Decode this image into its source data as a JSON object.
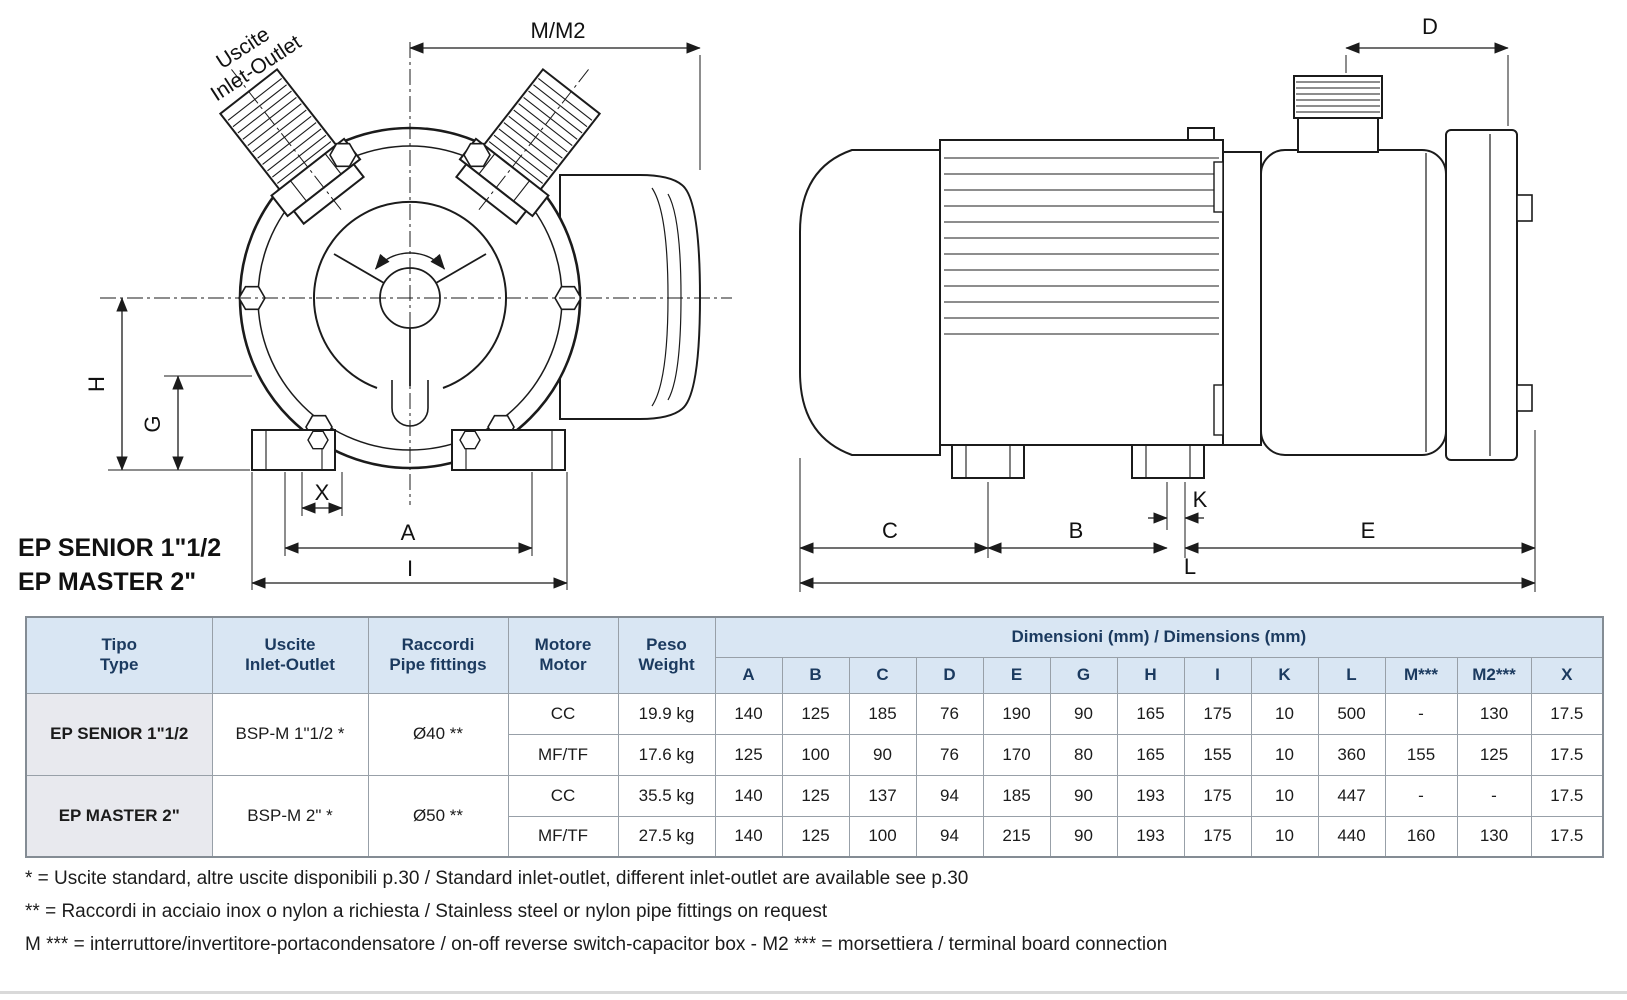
{
  "models": {
    "senior": "EP SENIOR 1\"1/2",
    "master": "EP MASTER 2\""
  },
  "front_view": {
    "port_label_line1": "Uscite",
    "port_label_line2": "Inlet-Outlet",
    "dim_m": "M/M2",
    "dim_h": "H",
    "dim_g": "G",
    "dim_x": "X",
    "dim_a": "A",
    "dim_i": "I"
  },
  "side_view": {
    "dim_d": "D",
    "dim_c": "C",
    "dim_b": "B",
    "dim_k": "K",
    "dim_e": "E",
    "dim_l": "L"
  },
  "table": {
    "headers": {
      "tipo_it": "Tipo",
      "tipo_en": "Type",
      "uscite_it": "Uscite",
      "uscite_en": "Inlet-Outlet",
      "raccordi_it": "Raccordi",
      "raccordi_en": "Pipe fittings",
      "motore_it": "Motore",
      "motore_en": "Motor",
      "peso_it": "Peso",
      "peso_en": "Weight",
      "dimensions": "Dimensioni (mm) / Dimensions (mm)"
    },
    "dim_cols": [
      "A",
      "B",
      "C",
      "D",
      "E",
      "G",
      "H",
      "I",
      "K",
      "L",
      "M***",
      "M2***",
      "X"
    ],
    "rows": [
      {
        "type": "EP SENIOR 1\"1/2",
        "inlet_outlet": "BSP-M 1\"1/2 *",
        "fittings": "Ø40 **",
        "variants": [
          {
            "motor": "CC",
            "weight": "19.9 kg",
            "dims": [
              "140",
              "125",
              "185",
              "76",
              "190",
              "90",
              "165",
              "175",
              "10",
              "500",
              "-",
              "130",
              "17.5"
            ]
          },
          {
            "motor": "MF/TF",
            "weight": "17.6 kg",
            "dims": [
              "125",
              "100",
              "90",
              "76",
              "170",
              "80",
              "165",
              "155",
              "10",
              "360",
              "155",
              "125",
              "17.5"
            ]
          }
        ]
      },
      {
        "type": "EP MASTER 2\"",
        "inlet_outlet": "BSP-M 2\" *",
        "fittings": "Ø50 **",
        "variants": [
          {
            "motor": "CC",
            "weight": "35.5 kg",
            "dims": [
              "140",
              "125",
              "137",
              "94",
              "185",
              "90",
              "193",
              "175",
              "10",
              "447",
              "-",
              "-",
              "17.5"
            ]
          },
          {
            "motor": "MF/TF",
            "weight": "27.5 kg",
            "dims": [
              "140",
              "125",
              "100",
              "94",
              "215",
              "90",
              "193",
              "175",
              "10",
              "440",
              "160",
              "130",
              "17.5"
            ]
          }
        ]
      }
    ]
  },
  "footnotes": [
    "* = Uscite standard, altre uscite disponibili p.30 / Standard inlet-outlet, different inlet-outlet are available see p.30",
    "** = Raccordi in acciaio inox o nylon a richiesta / Stainless steel or nylon pipe fittings on request",
    "M *** = interruttore/invertitore-portacondensatore / on-off reverse switch-capacitor box - M2 *** = morsettiera / terminal board connection"
  ],
  "colors": {
    "header_bg": "#d9e6f3",
    "header_text": "#1b3a5f",
    "type_cell_bg": "#e8e9ee",
    "line": "#1b1b1b"
  }
}
